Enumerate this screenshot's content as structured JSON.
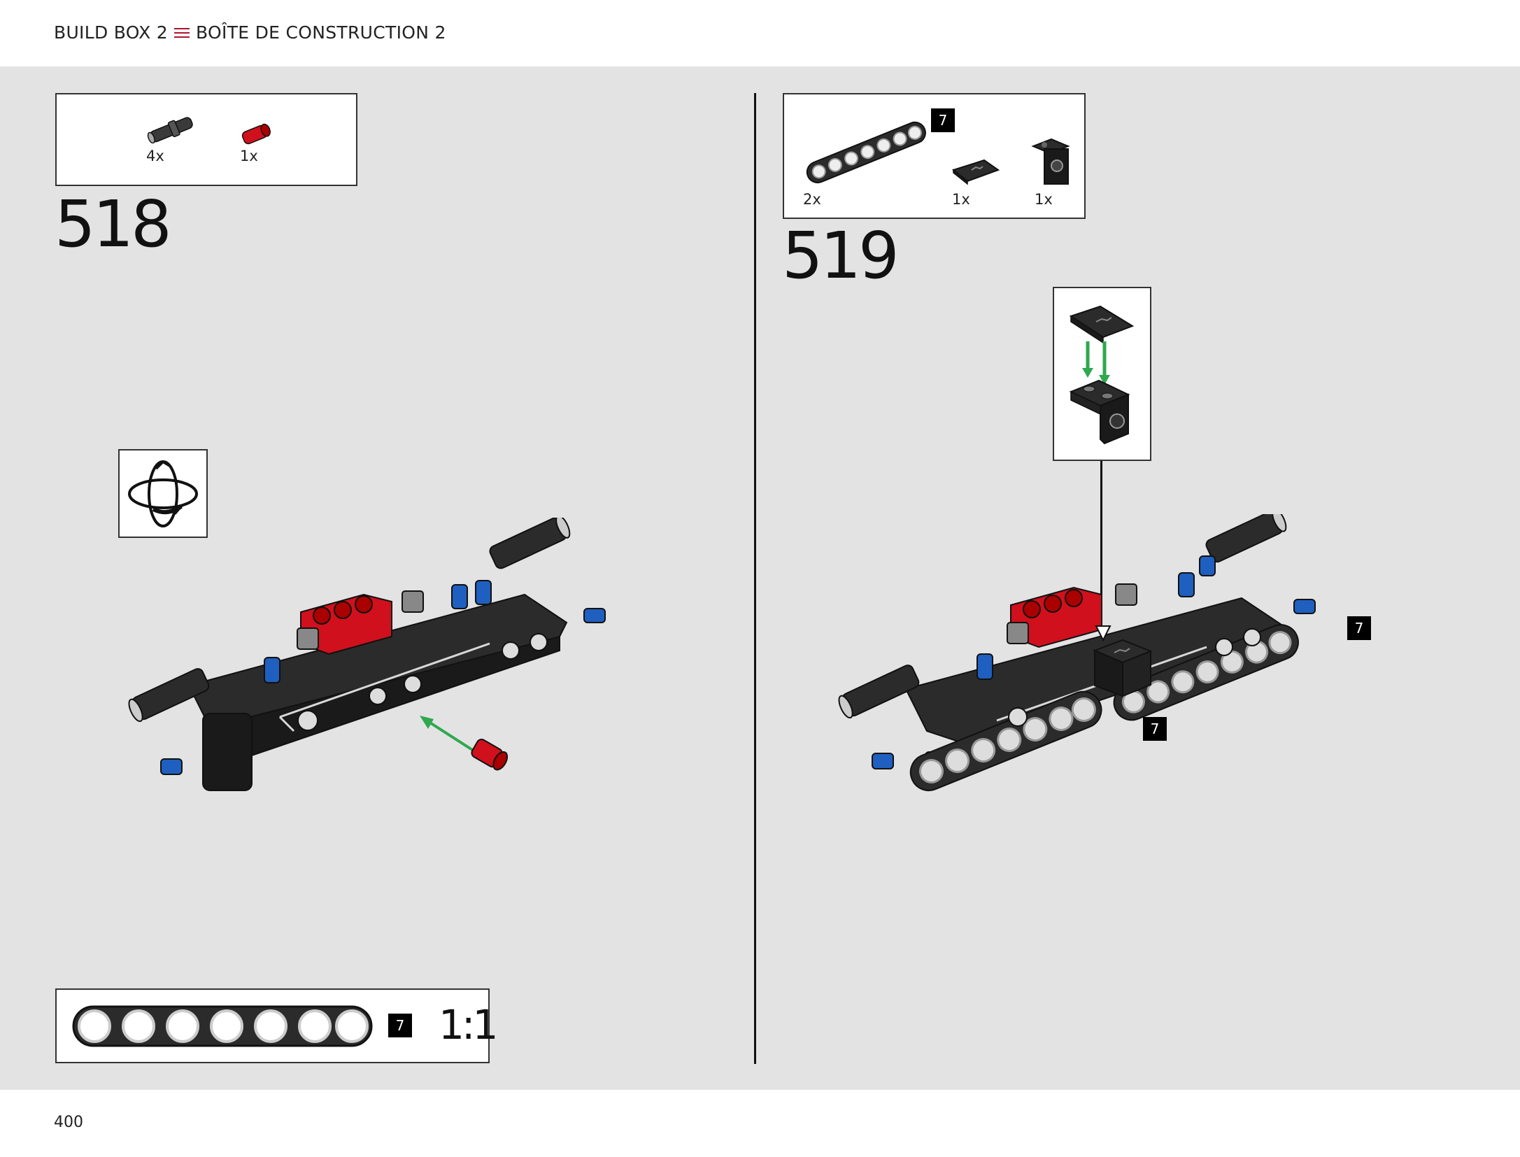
{
  "header": {
    "title_en": "BUILD BOX 2",
    "title_fr": "BOÎTE DE CONSTRUCTION 2"
  },
  "page_number": "400",
  "step_518": {
    "number": "518",
    "parts": [
      {
        "name": "pin-with-bush",
        "color": "#3a3a3a",
        "qty": "4x"
      },
      {
        "name": "axle-pin-connector",
        "color": "#d0101c",
        "qty": "1x"
      }
    ],
    "rotate_icon": "rotate-model-icon",
    "scale_callout": {
      "badge": "7",
      "label": "1:1"
    }
  },
  "step_519": {
    "number": "519",
    "parts": [
      {
        "name": "beam-7",
        "badge": "7",
        "qty": "2x"
      },
      {
        "name": "tile-2x1-ferrari-logo",
        "qty": "1x"
      },
      {
        "name": "bracket-1x2",
        "qty": "1x"
      }
    ],
    "callout": "tile-onto-bracket",
    "badges": [
      "7",
      "7"
    ]
  },
  "colors": {
    "accent": "#b0122a",
    "part_black": "#2b2b2b",
    "part_red": "#d0101c",
    "part_blue": "#1f5fbf",
    "arrow_green": "#2fa84f",
    "background": "#e3e3e4"
  }
}
